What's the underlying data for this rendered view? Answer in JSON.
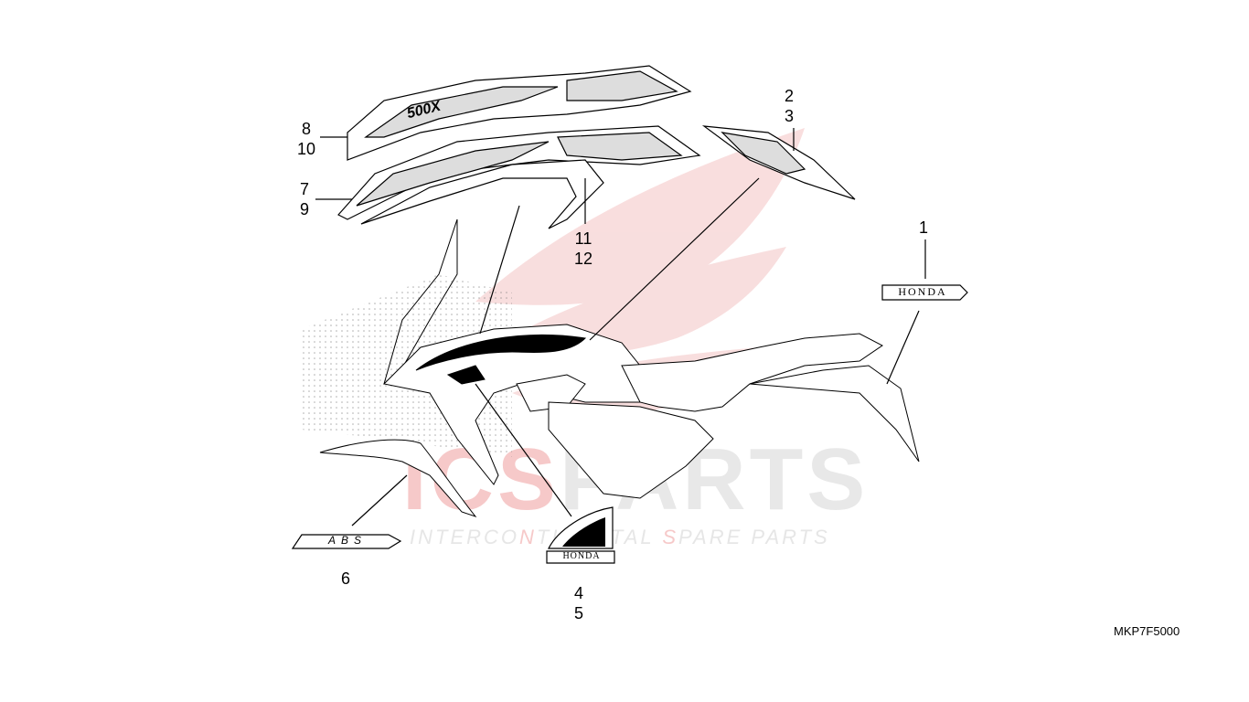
{
  "watermark": {
    "brand_left": "ICS",
    "brand_right": "PARTS",
    "tagline_1": "INTERCO",
    "tagline_2": "N",
    "tagline_3": "TINENTAL ",
    "tagline_4": "S",
    "tagline_5": "PARE PARTS",
    "accent_color": "#e53935"
  },
  "callouts": {
    "c8_10": {
      "top": "8",
      "bottom": "10"
    },
    "c7_9": {
      "top": "7",
      "bottom": "9"
    },
    "c11_12": {
      "top": "11",
      "bottom": "12"
    },
    "c2_3": {
      "top": "2",
      "bottom": "3"
    },
    "c1": {
      "top": "1"
    },
    "c6": {
      "top": "6"
    },
    "c4_5": {
      "top": "4",
      "bottom": "5"
    }
  },
  "decals": {
    "honda_badge_1": "HONDA",
    "honda_wing_badge": "HONDA",
    "abs_badge": "ABS",
    "stripe_text": "500X"
  },
  "diagram_code": "MKP7F5000"
}
